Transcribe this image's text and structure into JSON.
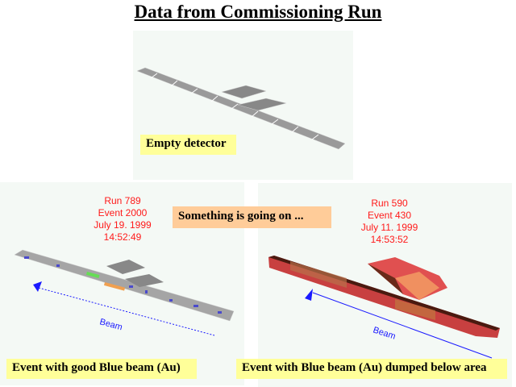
{
  "title": "Data from Commissioning Run",
  "top_panel": {
    "label": "Empty detector"
  },
  "middle_label": "Something is going on ...",
  "left_panel": {
    "run": "Run 789",
    "event": "Event 2000",
    "date": "July 19. 1999",
    "time": "14:52:49",
    "beam_label": "Beam",
    "caption": "Event with good Blue beam (Au)"
  },
  "right_panel": {
    "run": "Run 590",
    "event": "Event 430",
    "date": "July 11. 1999",
    "time": "14:53:52",
    "beam_label": "Beam",
    "caption": "Event with Blue beam (Au) dumped below area"
  }
}
